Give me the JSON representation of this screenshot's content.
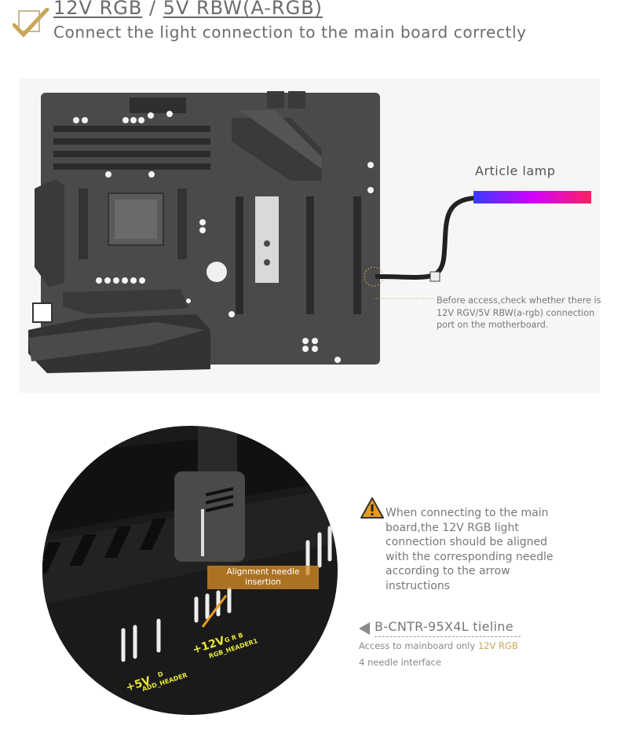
{
  "header": {
    "title_part1": "12V RGB",
    "title_sep": " / ",
    "title_part2": "5V RBW(A-RGB)",
    "subtitle": "Connect the light connection to the main board correctly"
  },
  "board": {
    "lamp_label": "Article lamp",
    "access_note": "Before access,check whether there is 12V RGV/5V RBW(a-rgb) connection port on the motherboard."
  },
  "closeup": {
    "needle_label": "Alignment needle insertion",
    "header_12v": "+12V",
    "header_12v_pins": "G  R  B",
    "header_12v_name": "RGB_HEADER1",
    "header_5v": "+5V",
    "header_5v_pins": "D",
    "header_5v_name": "ADD_HEADER"
  },
  "warning": {
    "text": "When connecting to the main board,the 12V RGB light connection should be aligned with the corresponding needle according to the arrow instructions"
  },
  "tieline": {
    "title": "B-CNTR-95X4L tieline",
    "sub_prefix": "Access to mainboard only ",
    "sub_highlight": "12V RGB",
    "sub2": "4 needle interface"
  },
  "colors": {
    "accent_gold": "#c9a65b",
    "warning_orange": "#e89a1c",
    "lamp_gradient": [
      "#3a3aff",
      "#d000ff",
      "#ff2060"
    ]
  }
}
